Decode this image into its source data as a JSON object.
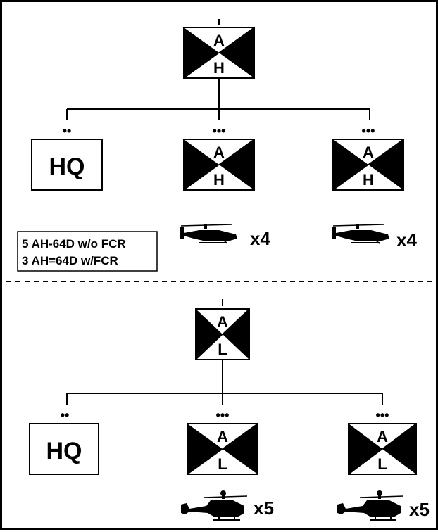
{
  "theme": {
    "ink": "#000000",
    "background": "#ffffff"
  },
  "sections": [
    {
      "id": "heavy",
      "parent": {
        "top_letter": "A",
        "bottom_letter": "H",
        "echelon": ""
      },
      "children": [
        {
          "type": "hq",
          "label": "HQ",
          "echelon": "••"
        },
        {
          "type": "unit",
          "top_letter": "A",
          "bottom_letter": "H",
          "echelon": "•••"
        },
        {
          "type": "unit",
          "top_letter": "A",
          "bottom_letter": "H",
          "echelon": "•••"
        }
      ],
      "aircraft": [
        {
          "icon": "apache-helicopter-icon",
          "multiplier": "x4"
        },
        {
          "icon": "apache-helicopter-icon",
          "multiplier": "x4"
        }
      ],
      "note": [
        "5 AH-64D w/o FCR",
        "3 AH=64D w/FCR"
      ]
    },
    {
      "id": "light",
      "parent": {
        "top_letter": "A",
        "bottom_letter": "L",
        "echelon": ""
      },
      "children": [
        {
          "type": "hq",
          "label": "HQ",
          "echelon": "••"
        },
        {
          "type": "unit",
          "top_letter": "A",
          "bottom_letter": "L",
          "echelon": "•••"
        },
        {
          "type": "unit",
          "top_letter": "A",
          "bottom_letter": "L",
          "echelon": "•••"
        }
      ],
      "aircraft": [
        {
          "icon": "kiowa-helicopter-icon",
          "multiplier": "x5"
        },
        {
          "icon": "kiowa-helicopter-icon",
          "multiplier": "x5"
        }
      ]
    }
  ]
}
